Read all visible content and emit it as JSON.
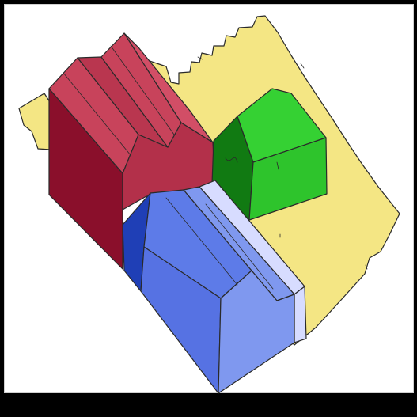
{
  "colors": {
    "background_outer": "#000000",
    "paper": "#ffffff",
    "site_plan": "#f4e684",
    "red_building_light": "#c8435b",
    "red_building_mid": "#b3304a",
    "red_building_dark": "#8a0f2b",
    "green_building_light": "#35d133",
    "green_building_dark": "#117a12",
    "blue_building_light": "#7f98ef",
    "blue_building_mid": "#5d7be8",
    "blue_building_dark": "#1f3fb6",
    "blue_building_pale": "#d7dcff"
  },
  "elements": [
    {
      "name": "site-plan-outline",
      "kind": "yellow footprint"
    },
    {
      "name": "red-twin-gable-building",
      "kind": "red block"
    },
    {
      "name": "green-cube-building",
      "kind": "green block"
    },
    {
      "name": "blue-gable-building",
      "kind": "blue block"
    }
  ]
}
